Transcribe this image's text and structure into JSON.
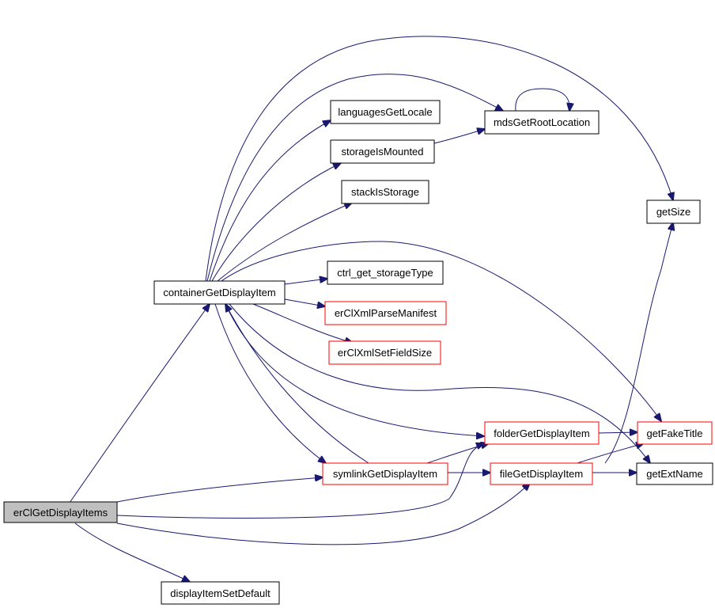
{
  "graph": {
    "edge_color": "#191970",
    "node_border_color": "#000000",
    "truncated_node_border_color": "#ff0000",
    "root_node_fill": "#bfbfbf",
    "nodes": {
      "root": "erClGetDisplayItems",
      "container": "containerGetDisplayItem",
      "languages": "languagesGetLocale",
      "mdsroot": "mdsGetRootLocation",
      "storagemounted": "storageIsMounted",
      "stackstorage": "stackIsStorage",
      "getsize": "getSize",
      "ctrlstorage": "ctrl_get_storageType",
      "parsemanifest": "erClXmlParseManifest",
      "setfieldsize": "erClXmlSetFieldSize",
      "folder": "folderGetDisplayItem",
      "faketitle": "getFakeTitle",
      "symlink": "symlinkGetDisplayItem",
      "file": "fileGetDisplayItem",
      "extname": "getExtName",
      "setdefault": "displayItemSetDefault"
    },
    "edges": [
      {
        "from": "erClGetDisplayItems",
        "to": "containerGetDisplayItem"
      },
      {
        "from": "erClGetDisplayItems",
        "to": "symlinkGetDisplayItem"
      },
      {
        "from": "erClGetDisplayItems",
        "to": "folderGetDisplayItem"
      },
      {
        "from": "erClGetDisplayItems",
        "to": "fileGetDisplayItem"
      },
      {
        "from": "erClGetDisplayItems",
        "to": "displayItemSetDefault"
      },
      {
        "from": "containerGetDisplayItem",
        "to": "languagesGetLocale"
      },
      {
        "from": "containerGetDisplayItem",
        "to": "mdsGetRootLocation"
      },
      {
        "from": "containerGetDisplayItem",
        "to": "storageIsMounted"
      },
      {
        "from": "containerGetDisplayItem",
        "to": "stackIsStorage"
      },
      {
        "from": "containerGetDisplayItem",
        "to": "getSize"
      },
      {
        "from": "containerGetDisplayItem",
        "to": "ctrl_get_storageType"
      },
      {
        "from": "containerGetDisplayItem",
        "to": "erClXmlParseManifest"
      },
      {
        "from": "containerGetDisplayItem",
        "to": "erClXmlSetFieldSize"
      },
      {
        "from": "containerGetDisplayItem",
        "to": "getFakeTitle"
      },
      {
        "from": "containerGetDisplayItem",
        "to": "getExtName"
      },
      {
        "from": "containerGetDisplayItem",
        "to": "folderGetDisplayItem"
      },
      {
        "from": "containerGetDisplayItem",
        "to": "symlinkGetDisplayItem"
      },
      {
        "from": "symlinkGetDisplayItem",
        "to": "containerGetDisplayItem"
      },
      {
        "from": "symlinkGetDisplayItem",
        "to": "folderGetDisplayItem"
      },
      {
        "from": "symlinkGetDisplayItem",
        "to": "fileGetDisplayItem"
      },
      {
        "from": "storageIsMounted",
        "to": "mdsGetRootLocation"
      },
      {
        "from": "mdsGetRootLocation",
        "to": "mdsGetRootLocation"
      },
      {
        "from": "folderGetDisplayItem",
        "to": "getFakeTitle"
      },
      {
        "from": "fileGetDisplayItem",
        "to": "getFakeTitle"
      },
      {
        "from": "fileGetDisplayItem",
        "to": "getExtName"
      },
      {
        "from": "fileGetDisplayItem",
        "to": "getSize"
      }
    ]
  }
}
